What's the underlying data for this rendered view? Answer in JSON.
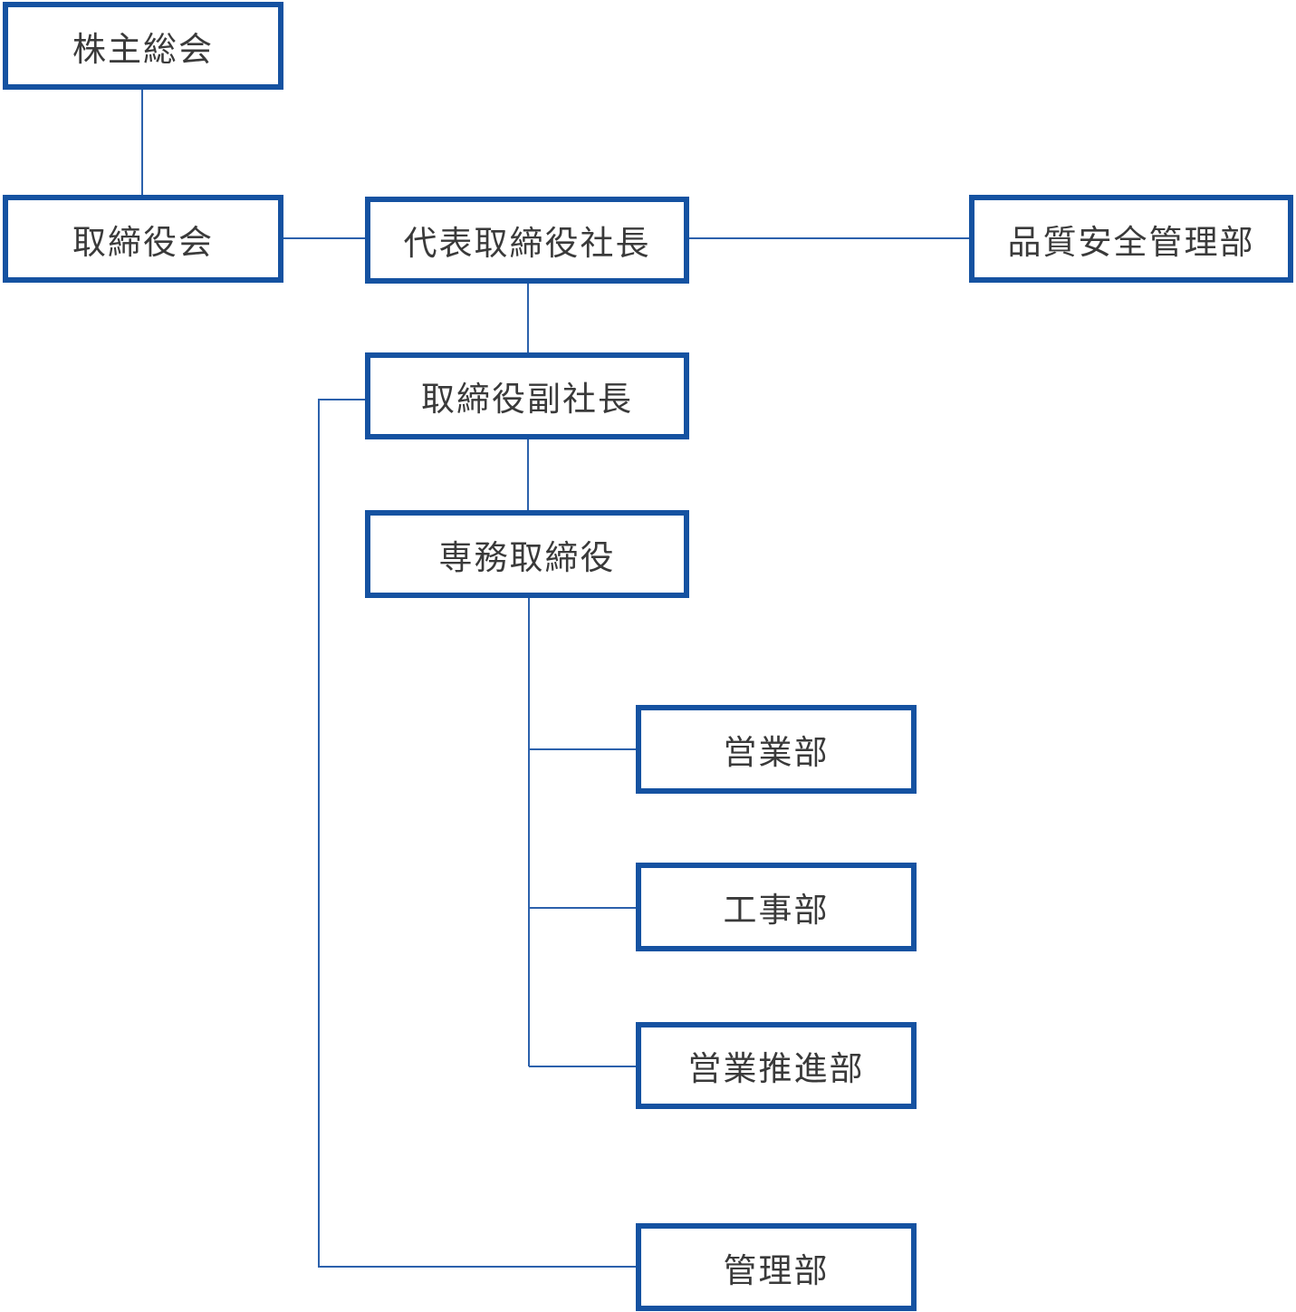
{
  "chart": {
    "type": "org-chart",
    "nodes": {
      "shareholders": {
        "label": "株主総会"
      },
      "board": {
        "label": "取締役会"
      },
      "president": {
        "label": "代表取締役社長"
      },
      "quality": {
        "label": "品質安全管理部"
      },
      "vice_president": {
        "label": "取締役副社長"
      },
      "senior_md": {
        "label": "専務取締役"
      },
      "sales": {
        "label": "営業部"
      },
      "construction": {
        "label": "工事部"
      },
      "sales_promotion": {
        "label": "営業推進部"
      },
      "admin": {
        "label": "管理部"
      }
    },
    "edges": [
      {
        "from": "株主総会",
        "to": "取締役会"
      },
      {
        "from": "取締役会",
        "to": "代表取締役社長"
      },
      {
        "from": "代表取締役社長",
        "to": "品質安全管理部"
      },
      {
        "from": "代表取締役社長",
        "to": "取締役副社長"
      },
      {
        "from": "取締役副社長",
        "to": "専務取締役"
      },
      {
        "from": "専務取締役",
        "to": "営業部"
      },
      {
        "from": "専務取締役",
        "to": "工事部"
      },
      {
        "from": "専務取締役",
        "to": "営業推進部"
      },
      {
        "from": "取締役副社長",
        "to": "管理部"
      }
    ],
    "colors": {
      "border": "#1552a1",
      "line": "#2c61ac",
      "text": "#3a3a3a",
      "background": "#ffffff"
    }
  }
}
